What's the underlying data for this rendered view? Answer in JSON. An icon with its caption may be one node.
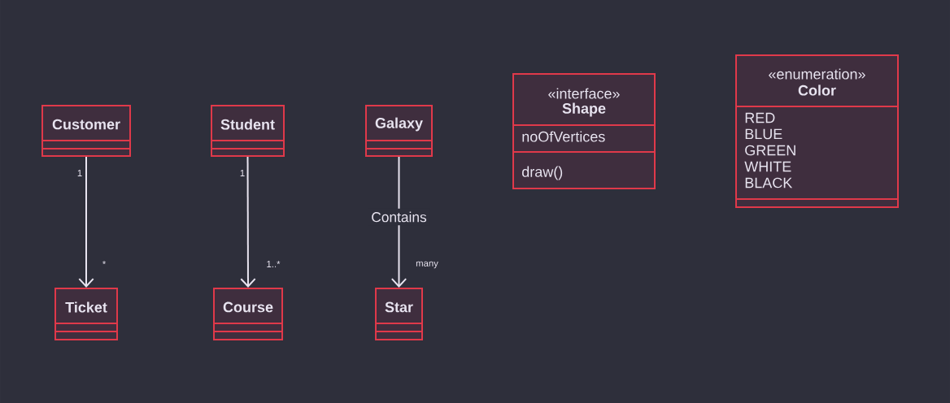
{
  "diagram": {
    "nodes": [
      {
        "text": [
          "Customer"
        ]
      },
      {
        "text": [
          "Student"
        ]
      },
      {
        "text": [
          "Galaxy"
        ]
      },
      {
        "text": [
          "«interface»",
          "Shape",
          "noOfVertices",
          "draw()"
        ]
      },
      {
        "text": [
          "«enumeration»",
          "Color",
          "RED",
          "BLUE",
          "GREEN",
          "WHITE",
          "BLACK"
        ]
      },
      {
        "text": [
          "Ticket"
        ]
      },
      {
        "text": [
          "Course"
        ]
      },
      {
        "text": [
          "Star"
        ]
      }
    ],
    "edges": [
      {
        "from": 0,
        "to": 5,
        "arrow": "to"
      },
      {
        "from": 1,
        "to": 6,
        "arrow": "to"
      },
      {
        "from": 2,
        "to": 7,
        "arrow": "to",
        "label": "Contains"
      }
    ],
    "labels": [
      "1",
      "*",
      "1",
      "1..*",
      "many"
    ]
  }
}
